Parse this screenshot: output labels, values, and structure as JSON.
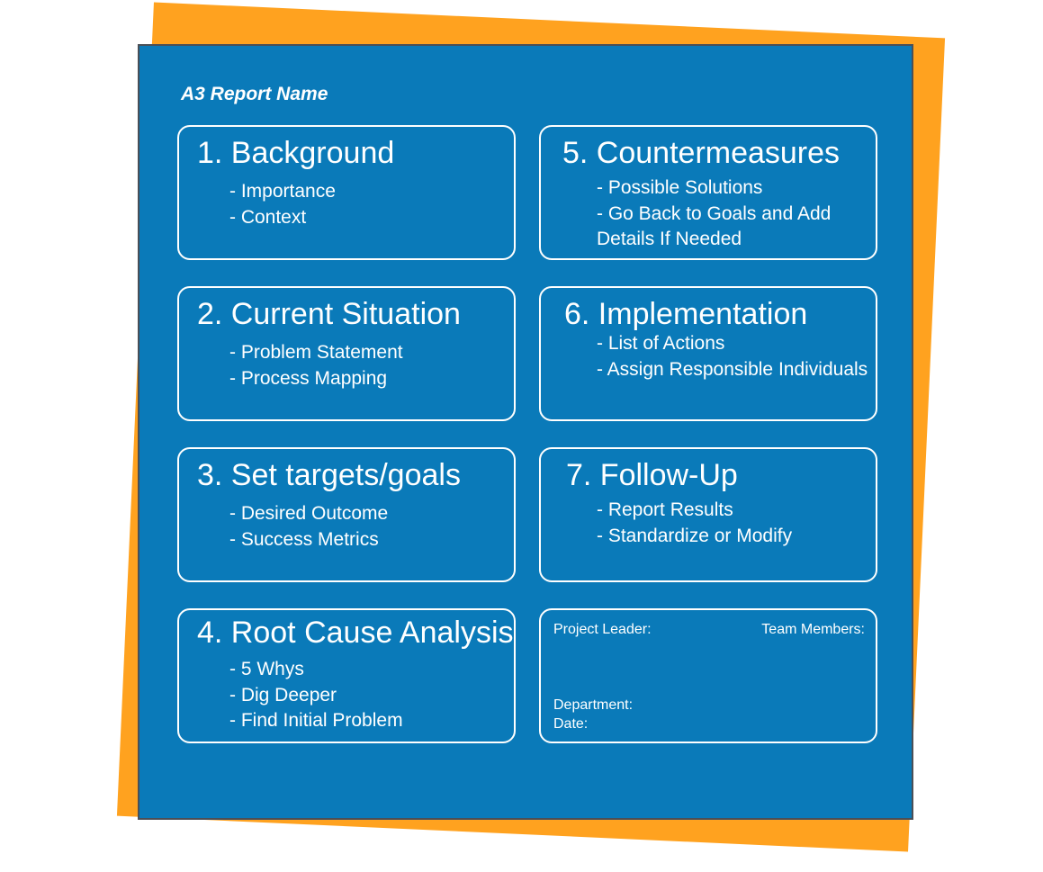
{
  "colors": {
    "panel": "#0a7ab9",
    "accent": "#ffa21f",
    "text": "#ffffff"
  },
  "report": {
    "name": "A3 Report Name"
  },
  "sections": [
    {
      "title": "1. Background",
      "items": [
        "- Importance",
        "- Context"
      ]
    },
    {
      "title": "2. Current Situation",
      "items": [
        "- Problem Statement",
        "- Process Mapping"
      ]
    },
    {
      "title": "3. Set targets/goals",
      "items": [
        "- Desired Outcome",
        "- Success Metrics"
      ]
    },
    {
      "title": "4. Root Cause Analysis",
      "items": [
        "- 5 Whys",
        "- Dig Deeper",
        "- Find Initial Problem"
      ]
    },
    {
      "title": "5. Countermeasures",
      "items": [
        "- Possible Solutions",
        "- Go Back to Goals and Add Details If Needed"
      ]
    },
    {
      "title": "6. Implementation",
      "items": [
        "- List of Actions",
        "- Assign Responsible Individuals"
      ]
    },
    {
      "title": "7. Follow-Up",
      "items": [
        "- Report Results",
        "- Standardize or Modify"
      ]
    }
  ],
  "info": {
    "project_leader": "Project Leader:",
    "team_members": "Team Members:",
    "department": "Department:",
    "date": "Date:"
  }
}
